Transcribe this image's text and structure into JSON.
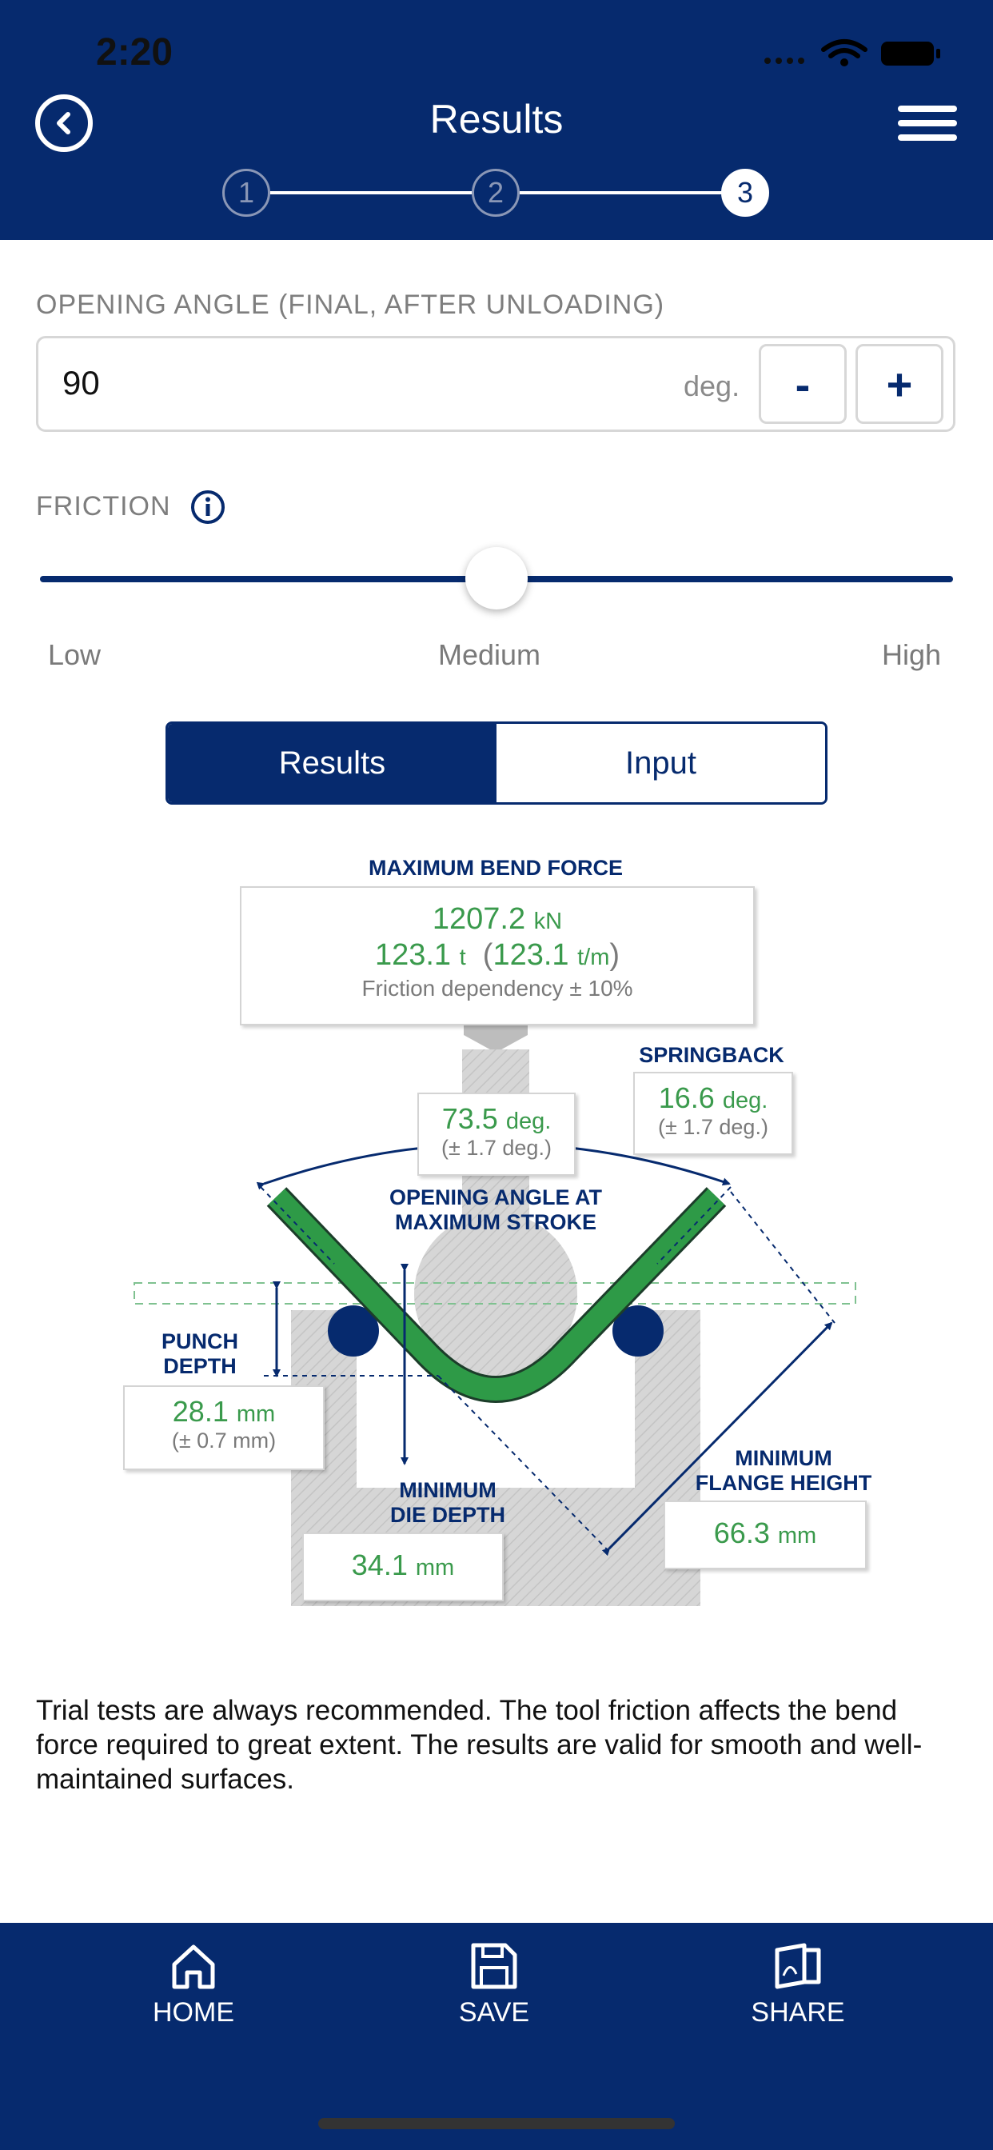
{
  "status_bar": {
    "time": "2:20"
  },
  "header": {
    "title": "Results",
    "steps": [
      "1",
      "2",
      "3"
    ],
    "active_step": 3
  },
  "opening_angle": {
    "label": "OPENING ANGLE (FINAL, AFTER UNLOADING)",
    "value": "90",
    "unit": "deg.",
    "minus_label": "-",
    "plus_label": "+"
  },
  "friction": {
    "label": "FRICTION",
    "low": "Low",
    "medium": "Medium",
    "high": "High",
    "position_fraction": 0.5
  },
  "segmented": {
    "results": "Results",
    "input": "Input",
    "selected": "Results"
  },
  "diagram": {
    "max_bend_force": {
      "title": "MAXIMUM BEND FORCE",
      "kn_value": "1207.2",
      "kn_unit": "kN",
      "t_value": "123.1",
      "t_unit": "t",
      "tm_value": "123.1",
      "tm_unit": "t/m",
      "paren_open": "(",
      "paren_close": ")",
      "friction_note": "Friction dependency ± 10%"
    },
    "opening_angle_max_stroke": {
      "title_line1": "OPENING ANGLE AT",
      "title_line2": "MAXIMUM STROKE",
      "value": "73.5",
      "unit": "deg.",
      "tolerance": "(± 1.7 deg.)"
    },
    "springback": {
      "title": "SPRINGBACK",
      "value": "16.6",
      "unit": "deg.",
      "tolerance": "(± 1.7 deg.)"
    },
    "punch_depth": {
      "title_line1": "PUNCH",
      "title_line2": "DEPTH",
      "value": "28.1",
      "unit": "mm",
      "tolerance": "(± 0.7 mm)"
    },
    "min_die_depth": {
      "title_line1": "MINIMUM",
      "title_line2": "DIE DEPTH",
      "value": "34.1",
      "unit": "mm"
    },
    "min_flange_height": {
      "title_line1": "MINIMUM",
      "title_line2": "FLANGE HEIGHT",
      "value": "66.3",
      "unit": "mm"
    }
  },
  "note": "Trial tests are always recommended. The tool friction affects the bend force required to great extent. The results are valid for smooth and well-maintained surfaces.",
  "tabbar": {
    "home": "HOME",
    "save": "SAVE",
    "share": "SHARE"
  },
  "colors": {
    "navy": "#062a6e",
    "green": "#3a9a4c",
    "sheet_green": "#2e9a47"
  }
}
